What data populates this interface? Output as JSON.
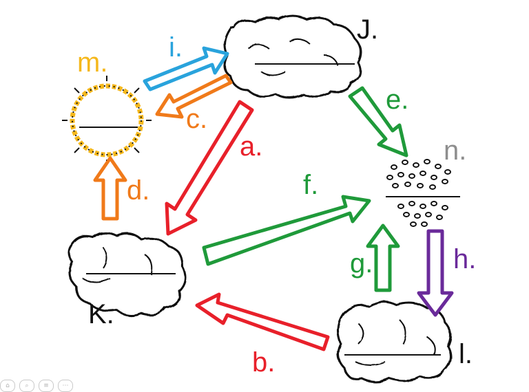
{
  "labels": {
    "a": "a.",
    "b": "b.",
    "c": "c.",
    "d": "d.",
    "e": "e.",
    "f": "f.",
    "g": "g.",
    "h": "h.",
    "i": "i.",
    "j": "J.",
    "k": "K.",
    "l": "l.",
    "m": "m.",
    "n": "n."
  },
  "colors": {
    "red": "#e8202a",
    "green": "#1f9a3a",
    "orange": "#f07a1a",
    "blue": "#29a3dc",
    "purple": "#6a2a9a",
    "yellow": "#f5b81c",
    "gray": "#8e8e8e",
    "black": "#111111"
  },
  "toolbar": {
    "icons": [
      "home-icon",
      "search-icon",
      "list-icon",
      "more-icon"
    ]
  }
}
